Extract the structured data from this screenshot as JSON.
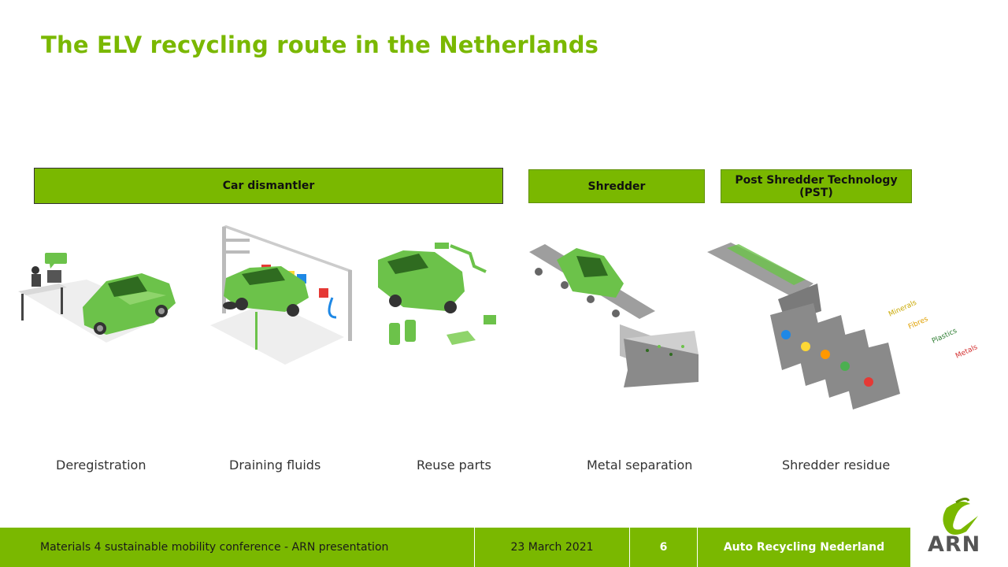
{
  "slide": {
    "title": "The ELV recycling route in the Netherlands"
  },
  "headers": {
    "car_dismantler": "Car dismantler",
    "shredder": "Shredder",
    "pst_line1": "Post Shredder Technology",
    "pst_line2": "(PST)"
  },
  "steps": [
    {
      "label": "Deregistration",
      "icon": "office-desk-car-illustration"
    },
    {
      "label": "Draining fluids",
      "icon": "car-lift-draining-illustration"
    },
    {
      "label": "Reuse parts",
      "icon": "car-parts-illustration"
    },
    {
      "label": "Metal separation",
      "icon": "shredder-conveyor-illustration"
    },
    {
      "label": "Shredder residue",
      "icon": "pst-sorting-line-illustration"
    }
  ],
  "pst_outputs": [
    "Minerals",
    "Fibres",
    "Plastics",
    "Metals"
  ],
  "footer": {
    "conference": "Materials 4 sustainable mobility conference - ARN presentation",
    "date": "23 March 2021",
    "page": "6",
    "org": "Auto Recycling Nederland"
  },
  "logo": {
    "text": "ARN",
    "icon": "arn-logo-icon"
  },
  "colors": {
    "accent": "#7ab800",
    "text": "#333333",
    "car_green": "#6cc24a"
  }
}
